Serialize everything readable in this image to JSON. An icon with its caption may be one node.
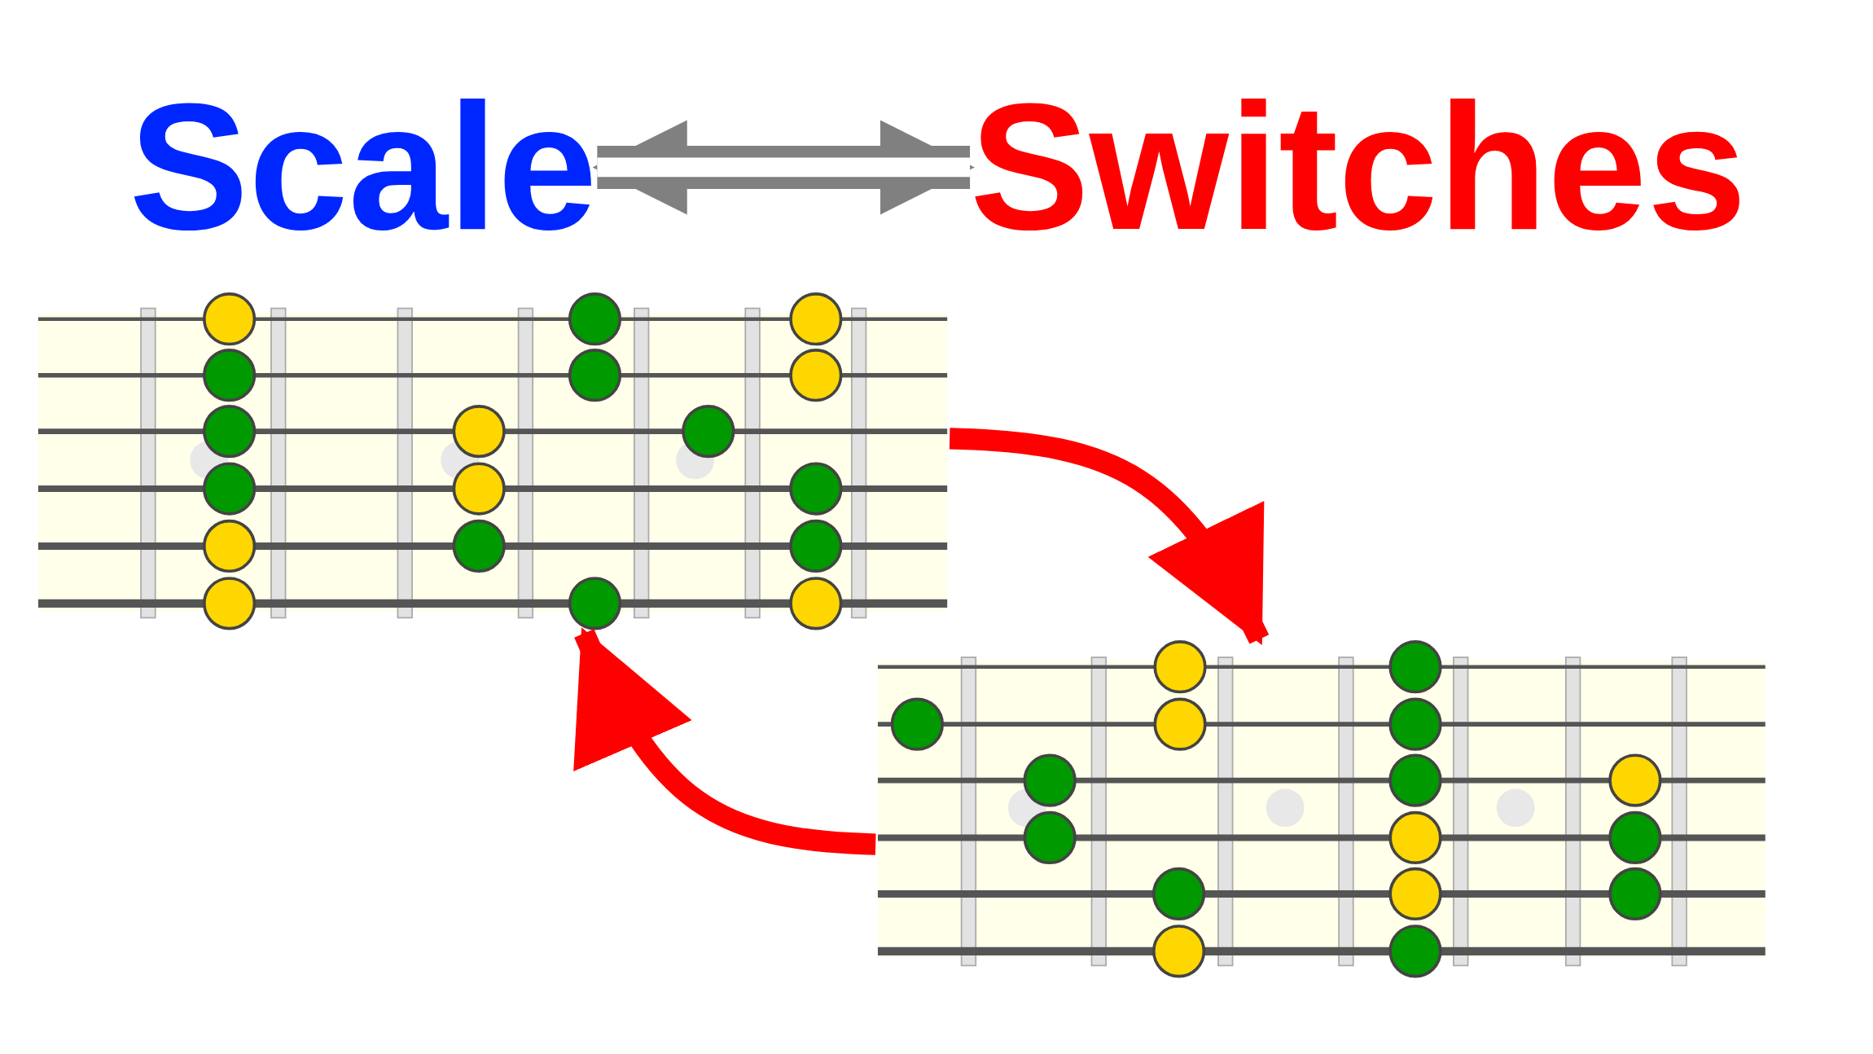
{
  "diagram": {
    "nodes": [
      {
        "text": [
          "Scale"
        ]
      },
      {
        "text": [
          "Switches"
        ]
      },
      {
        "text": [],
        "shape": "picture"
      },
      {
        "text": [],
        "shape": "picture"
      }
    ],
    "edges": [
      {
        "from": 0,
        "to": 1,
        "arrow": "both",
        "style": "thick",
        "color": "#808080"
      },
      {
        "from": 2,
        "to": 3,
        "arrow": "to"
      },
      {
        "from": 3,
        "to": 2,
        "arrow": "to"
      }
    ]
  }
}
